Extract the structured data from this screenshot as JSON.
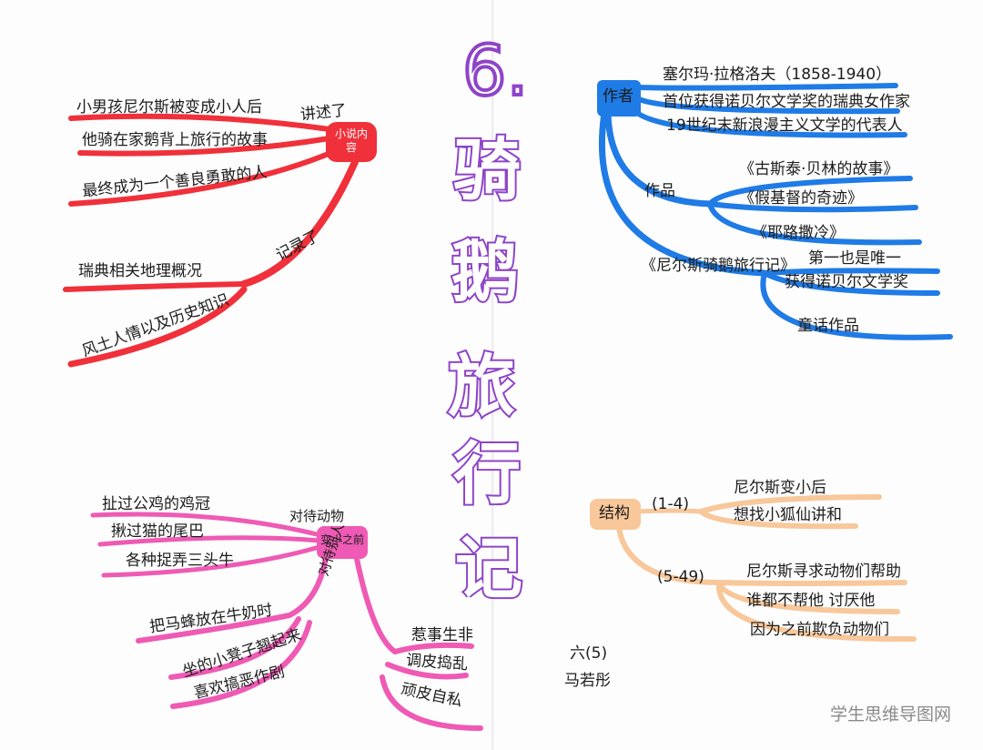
{
  "title": {
    "number": "6.",
    "chars": [
      "骑",
      "鹅",
      "旅",
      "行",
      "记"
    ]
  },
  "branches": {
    "content": {
      "center": "小说内容",
      "link_top": "讲述了",
      "link_bottom": "记录了",
      "story_items": [
        "小男孩尼尔斯被变成小人后",
        "他骑在家鹅背上旅行的故事",
        "最终成为一个善良勇敢的人"
      ],
      "record_items": [
        "瑞典相关地理概况",
        "风土人情以及历史知识"
      ]
    },
    "author": {
      "center": "作者",
      "items": [
        "塞尔玛·拉格洛夫（1858-1940）",
        "首位获得诺贝尔文学奖的瑞典女作家",
        "19世纪末新浪漫主义文学的代表人"
      ],
      "works_label": "作品",
      "works": [
        "《古斯泰·贝林的故事》",
        "《假基督的奇迹》",
        "《耶路撒冷》"
      ],
      "main_work": "《尼尔斯骑鹅旅行记》",
      "main_work_notes": [
        "第一也是唯一",
        "获得诺贝尔文学奖",
        "童话作品"
      ]
    },
    "before": {
      "center": "变小之前",
      "link_animals": "对待动物",
      "link_people": "对待别人",
      "animal_items": [
        "扯过公鸡的鸡冠",
        "揪过猫的尾巴",
        "各种捉弄三头牛"
      ],
      "people_items": [
        "把马蜂放在牛奶时",
        "坐的小凳子翘起来",
        "喜欢搞恶作剧"
      ],
      "traits": [
        "惹事生非",
        "调皮捣乱",
        "顽皮自私"
      ]
    },
    "structure": {
      "center": "结构",
      "part1_range": "(1-4)",
      "part1_items": [
        "尼尔斯变小后",
        "想找小狐仙讲和"
      ],
      "part2_range": "(5-49)",
      "part2_items": [
        "尼尔斯寻求动物们帮助",
        "谁都不帮他  讨厌他",
        "因为之前欺负动物们"
      ]
    }
  },
  "signature": {
    "class": "六(5)",
    "name": "马若彤"
  },
  "watermark": "学生思维导图网",
  "colors": {
    "title": "#8e44c8",
    "content_branch": "#f0303a",
    "author_branch": "#1f7be6",
    "before_branch": "#ee5ab4",
    "structure_branch": "#f8c79a",
    "watermark": "#8a8a8a"
  }
}
